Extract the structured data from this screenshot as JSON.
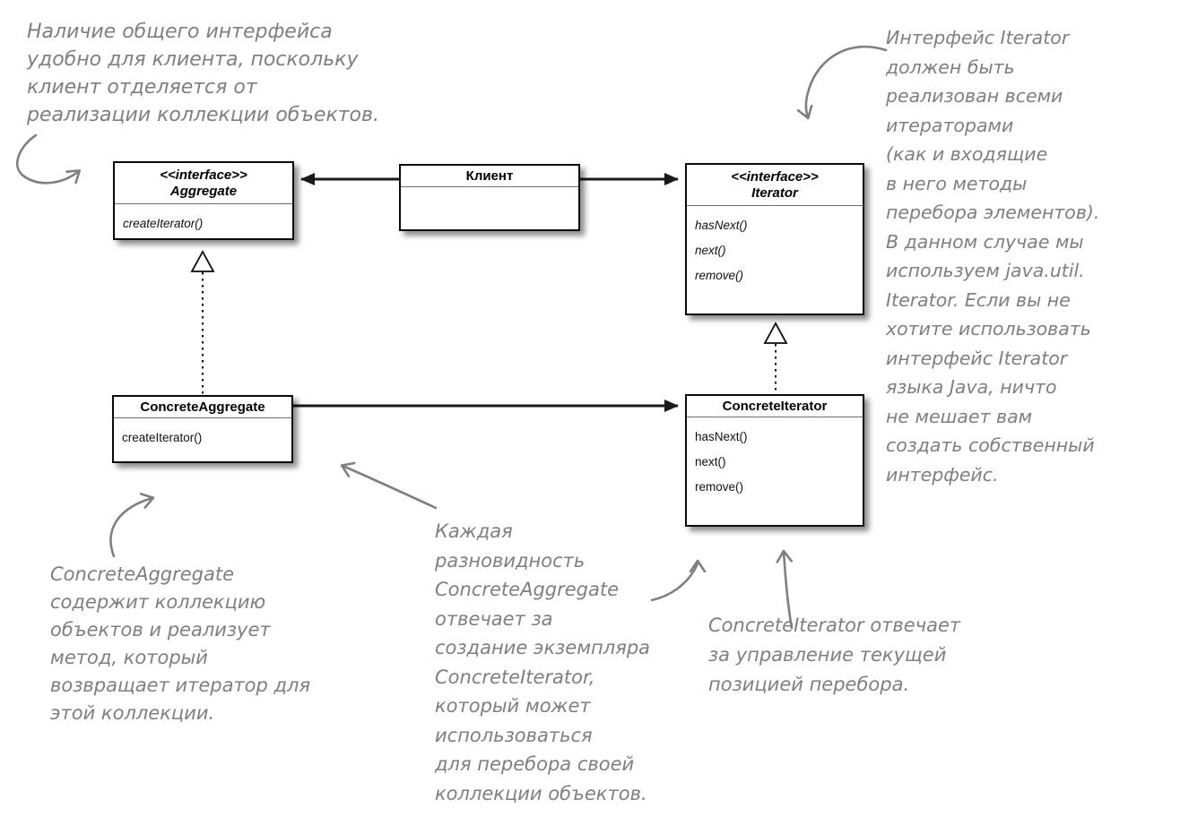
{
  "classes": {
    "aggregate": {
      "stereotype": "<<interface>>",
      "name": "Aggregate",
      "methods": [
        "createIterator()"
      ]
    },
    "client": {
      "name": "Клиент"
    },
    "iterator": {
      "stereotype": "<<interface>>",
      "name": "Iterator",
      "methods": [
        "hasNext()",
        "next()",
        "remove()"
      ]
    },
    "concrete_aggregate": {
      "name": "ConcreteAggregate",
      "methods": [
        "createIterator()"
      ]
    },
    "concrete_iterator": {
      "name": "ConcreteIterator",
      "methods": [
        "hasNext()",
        "next()",
        "remove()"
      ]
    }
  },
  "relations": {
    "client_to_aggregate": "association",
    "client_to_iterator": "association",
    "concrete_aggregate_to_concrete_iterator": "association",
    "concrete_aggregate_to_aggregate": "realization",
    "concrete_iterator_to_iterator": "realization"
  },
  "annotations": {
    "top_left": {
      "lines": [
        "Наличие общего интерфейса",
        "удобно для клиента, поскольку",
        "клиент отделяется от",
        "реализации коллекции объектов."
      ]
    },
    "top_right": {
      "lines": [
        "Интерфейс Iterator",
        "должен быть",
        "реализован всеми",
        "итераторами",
        "(как и входящие",
        "в него методы",
        "перебора элементов).",
        "В данном случае мы",
        "используем java.util.",
        "Iterator. Если вы не",
        "хотите использовать",
        "интерфейс Iterator",
        "языка Java, ничто",
        "не мешает вам",
        "создать собственный",
        "интерфейс."
      ]
    },
    "bottom_left": {
      "lines": [
        "ConcreteAggregate",
        "содержит коллекцию",
        "объектов и реализует",
        "метод, который",
        "возвращает итератор для",
        "этой коллекции."
      ]
    },
    "middle_bottom": {
      "lines": [
        "Каждая",
        "разновидность",
        "ConcreteAggregate",
        "отвечает за",
        "создание экземпляра",
        "ConcreteIterator,",
        "который может",
        "использоваться",
        "для перебора своей",
        "коллекции объектов."
      ]
    },
    "bottom_right": {
      "lines": [
        "ConcreteIterator отвечает",
        "за управление текущей",
        "позицией перебора."
      ]
    }
  },
  "colors": {
    "background": "#ffffff",
    "handwriting": "#7f7f7f",
    "box_border": "#0a0a0a",
    "connector": "#1a1a1a",
    "divider": "#6e6e6e"
  }
}
